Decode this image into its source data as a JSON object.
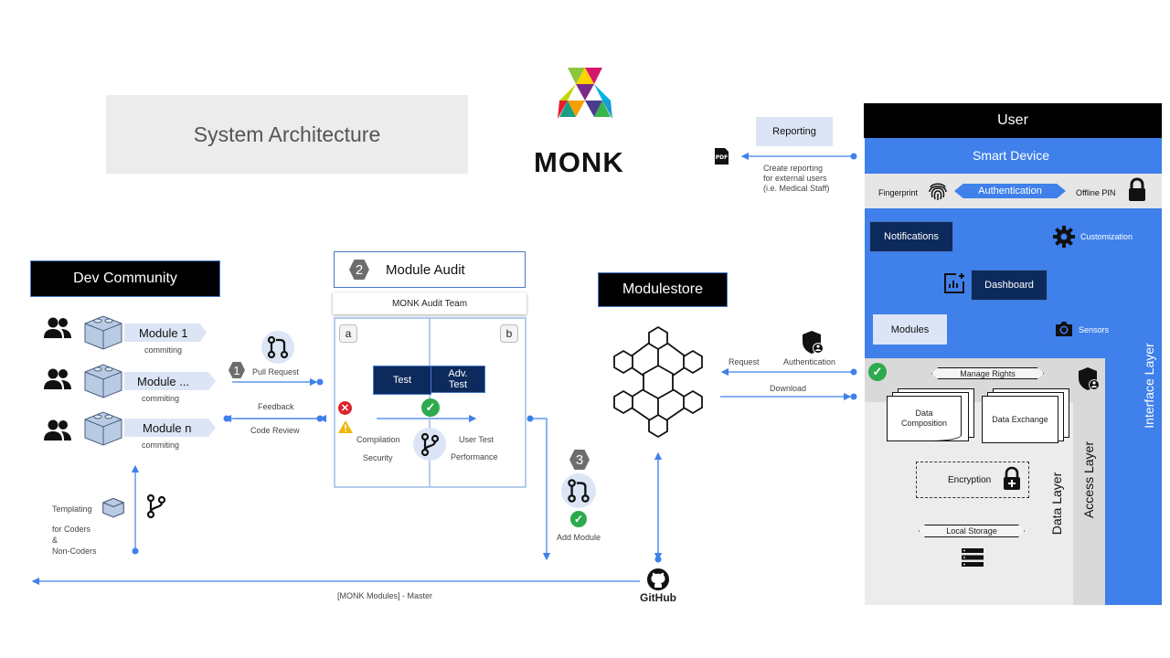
{
  "title": "System Architecture",
  "logo": {
    "text": "MONK"
  },
  "dev_community": {
    "header": "Dev Community",
    "modules": [
      {
        "name": "Module 1",
        "status": "commiting"
      },
      {
        "name": "Module ...",
        "status": "commiting"
      },
      {
        "name": "Module n",
        "status": "commiting"
      }
    ],
    "templating": [
      "Templating",
      "for Coders",
      "&",
      "Non-Coders"
    ]
  },
  "flows": {
    "step1": "1",
    "pull_request": "Pull Request",
    "feedback": "Feedback",
    "code_review": "Code Review",
    "master": "[MONK Modules] - Master",
    "github": "GitHub"
  },
  "module_audit": {
    "step": "2",
    "header": "Module Audit",
    "team": "MONK  Audit Team",
    "col_a": "a",
    "col_b": "b",
    "test": "Test",
    "adv_test": "Adv. Test",
    "compilation": "Compilation",
    "security": "Security",
    "user_test": "User Test",
    "performance": "Performance"
  },
  "modulestore": {
    "header": "Modulestore",
    "step": "3",
    "add_module": "Add Module",
    "request": "Request",
    "authentication": "Authentication",
    "download": "Download"
  },
  "reporting": {
    "label": "Reporting",
    "pdf": "PDF",
    "desc": [
      "Create reporting",
      "for external users",
      "(i.e. Medical Staff)"
    ]
  },
  "user": {
    "header": "User",
    "smart_device": "Smart Device",
    "fingerprint": "Fingerprint",
    "authentication": "Authentication",
    "offline_pin": "Offline PIN",
    "notifications": "Notifications",
    "customization": "Customization",
    "dashboard": "Dashboard",
    "modules": "Modules",
    "sensors": "Sensors",
    "manage_rights": "Manage Rights",
    "data_composition": "Data Composition",
    "data_exchange": "Data Exchange",
    "encryption": "Encryption",
    "local_storage": "Local Storage",
    "data_layer": "Data Layer",
    "access_layer": "Access Layer",
    "interface_layer": "Interface  Layer"
  },
  "colors": {
    "accent": "#3f80ea",
    "navy": "#0d2a5c",
    "light": "#dbe5f5",
    "green": "#2eaa4e",
    "red": "#d9262b"
  }
}
